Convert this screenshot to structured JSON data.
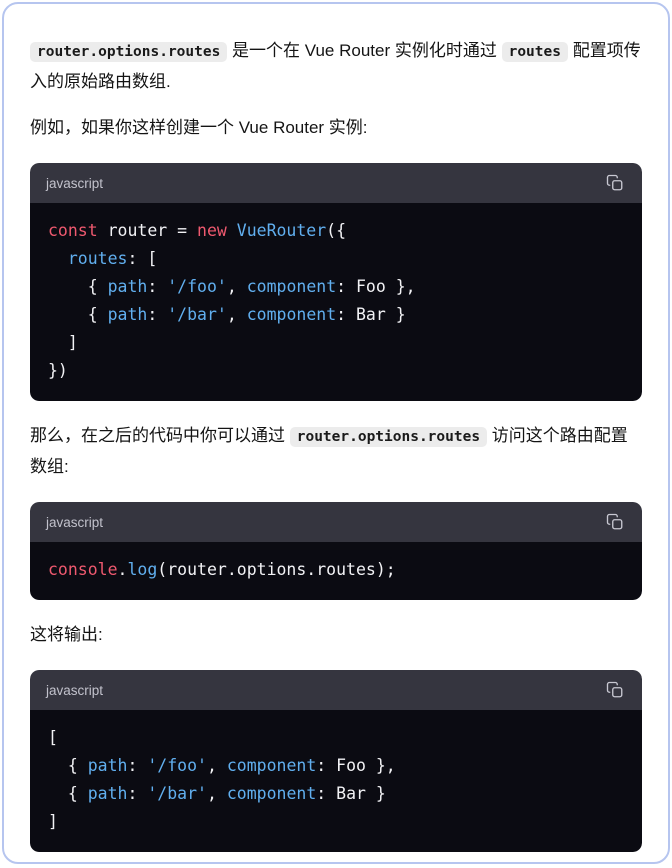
{
  "colors": {
    "card_border": "#b6c5ef",
    "code_bg": "#0b0b12",
    "code_header_bg": "#35353f",
    "inline_code_bg": "#ececec",
    "keyword": "#ef596f",
    "property": "#61afef",
    "string": "#61afef",
    "class_name": "#61afef",
    "builtin": "#ef596f",
    "function": "#61afef"
  },
  "icons": {
    "copy": "copy-icon"
  },
  "paragraphs": {
    "p1": {
      "code1": "router.options.routes",
      "text1": " 是一个在 Vue Router 实例化时通过 ",
      "code2": "routes",
      "text2": " 配置项传入的原始路由数组."
    },
    "p2": "例如，如果你这样创建一个 Vue Router 实例:",
    "p3": {
      "text1": "那么，在之后的代码中你可以通过 ",
      "code1": "router.options.routes",
      "text2": " 访问这个路由配置数组:"
    },
    "p4": "这将输出:"
  },
  "code_blocks": [
    {
      "language": "javascript",
      "lines": [
        [
          {
            "t": "kw",
            "v": "const"
          },
          {
            "t": "pl",
            "v": " router = "
          },
          {
            "t": "kw",
            "v": "new"
          },
          {
            "t": "pl",
            "v": " "
          },
          {
            "t": "cls",
            "v": "VueRouter"
          },
          {
            "t": "pl",
            "v": "({"
          }
        ],
        [
          {
            "t": "pl",
            "v": "  "
          },
          {
            "t": "prop",
            "v": "routes"
          },
          {
            "t": "pl",
            "v": ": ["
          }
        ],
        [
          {
            "t": "pl",
            "v": "    { "
          },
          {
            "t": "prop",
            "v": "path"
          },
          {
            "t": "pl",
            "v": ": "
          },
          {
            "t": "str",
            "v": "'/foo'"
          },
          {
            "t": "pl",
            "v": ", "
          },
          {
            "t": "prop",
            "v": "component"
          },
          {
            "t": "pl",
            "v": ": Foo },"
          }
        ],
        [
          {
            "t": "pl",
            "v": "    { "
          },
          {
            "t": "prop",
            "v": "path"
          },
          {
            "t": "pl",
            "v": ": "
          },
          {
            "t": "str",
            "v": "'/bar'"
          },
          {
            "t": "pl",
            "v": ", "
          },
          {
            "t": "prop",
            "v": "component"
          },
          {
            "t": "pl",
            "v": ": Bar }"
          }
        ],
        [
          {
            "t": "pl",
            "v": "  ]"
          }
        ],
        [
          {
            "t": "pl",
            "v": "})"
          }
        ]
      ]
    },
    {
      "language": "javascript",
      "lines": [
        [
          {
            "t": "builtin",
            "v": "console"
          },
          {
            "t": "pl",
            "v": "."
          },
          {
            "t": "fn",
            "v": "log"
          },
          {
            "t": "pl",
            "v": "(router.options.routes);"
          }
        ]
      ]
    },
    {
      "language": "javascript",
      "lines": [
        [
          {
            "t": "pl",
            "v": "["
          }
        ],
        [
          {
            "t": "pl",
            "v": "  { "
          },
          {
            "t": "prop",
            "v": "path"
          },
          {
            "t": "pl",
            "v": ": "
          },
          {
            "t": "str",
            "v": "'/foo'"
          },
          {
            "t": "pl",
            "v": ", "
          },
          {
            "t": "prop",
            "v": "component"
          },
          {
            "t": "pl",
            "v": ": Foo },"
          }
        ],
        [
          {
            "t": "pl",
            "v": "  { "
          },
          {
            "t": "prop",
            "v": "path"
          },
          {
            "t": "pl",
            "v": ": "
          },
          {
            "t": "str",
            "v": "'/bar'"
          },
          {
            "t": "pl",
            "v": ", "
          },
          {
            "t": "prop",
            "v": "component"
          },
          {
            "t": "pl",
            "v": ": Bar }"
          }
        ],
        [
          {
            "t": "pl",
            "v": "]"
          }
        ]
      ]
    }
  ]
}
